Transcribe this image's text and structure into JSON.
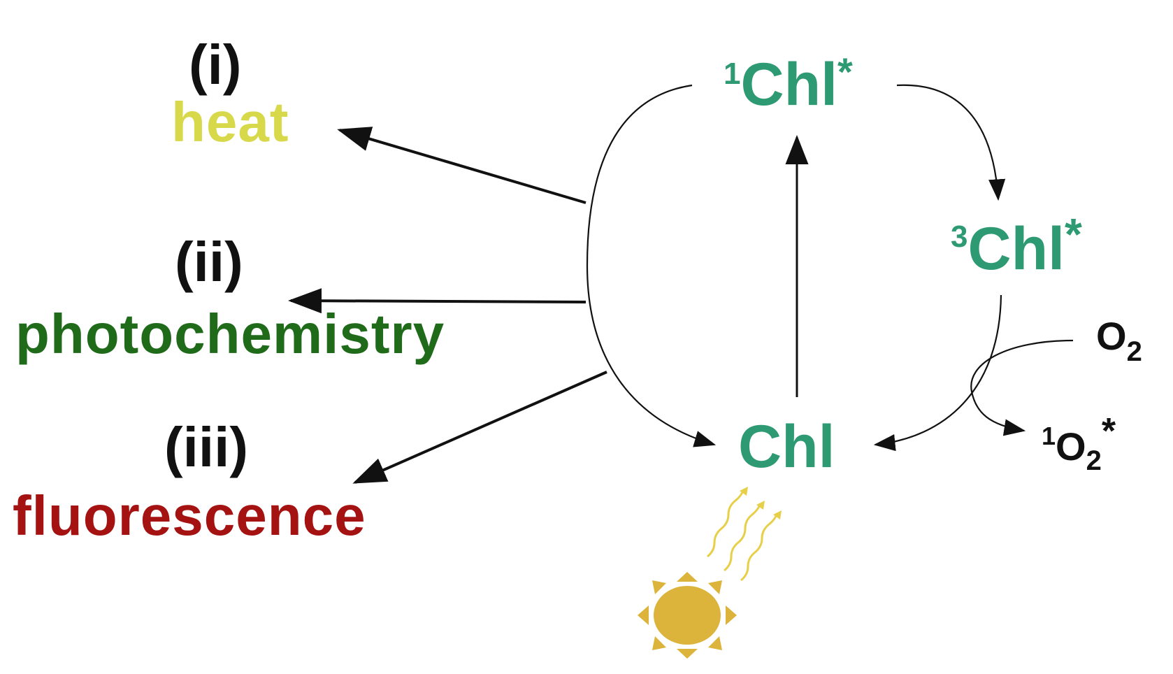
{
  "outcomes": {
    "i": {
      "marker": "(i)",
      "label": "heat",
      "color": "#d7d84a"
    },
    "ii": {
      "marker": "(ii)",
      "label": "photochemistry",
      "color": "#1f6b1a"
    },
    "iii": {
      "marker": "(iii)",
      "label": "fluorescence",
      "color": "#a51212"
    }
  },
  "states": {
    "singlet_prefix": "1",
    "singlet_main": "Chl",
    "singlet_suffix": "*",
    "triplet_prefix": "3",
    "triplet_main": "Chl",
    "triplet_suffix": "*",
    "ground": "Chl",
    "state_color": "#2e9a73"
  },
  "oxygen": {
    "o2_main": "O",
    "o2_sub": "2",
    "singlet_o2_prefix": "1",
    "singlet_o2_main": "O",
    "singlet_o2_sub": "2",
    "singlet_o2_suffix": "*"
  },
  "icons": {
    "sun": "sun-icon",
    "light": "light-wave-icon",
    "sun_color": "#dcb43c"
  }
}
